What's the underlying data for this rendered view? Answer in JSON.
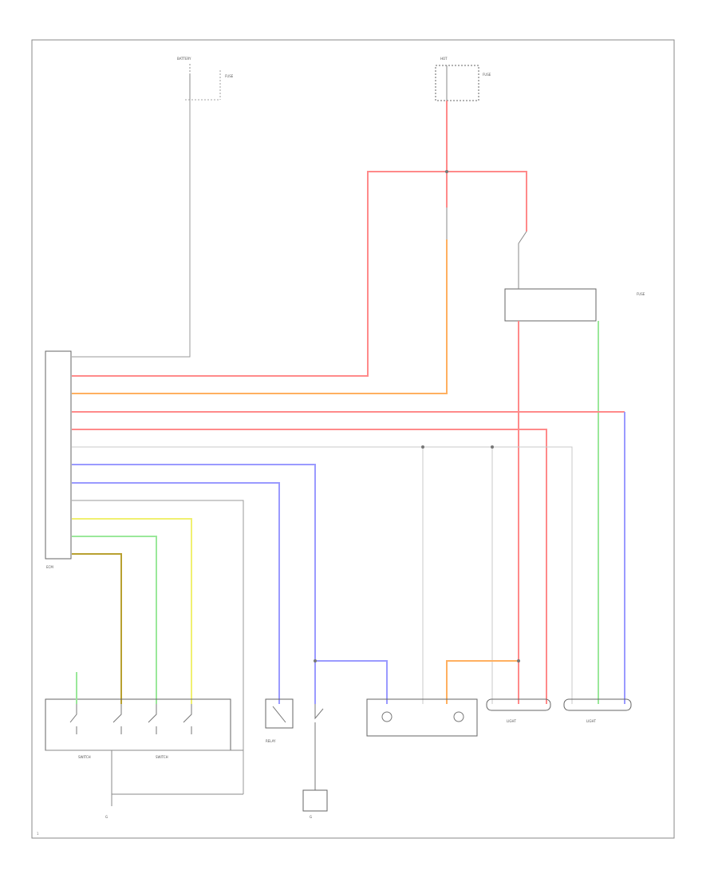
{
  "diagram": {
    "figure_code": "1",
    "battery_source": {
      "title": "BATTERY",
      "caption": "FUSE"
    },
    "hot_source": {
      "title": "HOT",
      "caption": "FUSE"
    },
    "right_fuse_caption": "FUSE",
    "relay_caption": "RELAY",
    "ecm_caption": "ECM",
    "lights_caption": "LIGHT",
    "left_switch_caption": "SWITCH",
    "inner_switch_caption": "SWITCH",
    "ground_label": "G",
    "colors": {
      "red": "#ff8a8a",
      "orange": "#ffb060",
      "blue": "#9a9aff",
      "green": "#9ae89a",
      "yellow": "#f0f070",
      "olive": "#b8a030",
      "gray": "#9a9a9a",
      "light_gray": "#c8c8c8"
    }
  }
}
